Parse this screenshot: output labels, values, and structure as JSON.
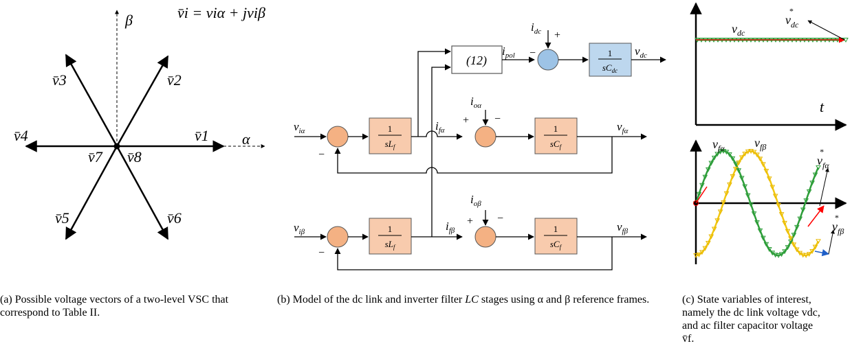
{
  "panel_a": {
    "axis_alpha": "α",
    "axis_beta": "β",
    "equation": "v̄i = viα + jviβ",
    "vectors": [
      "v̄1",
      "v̄2",
      "v̄3",
      "v̄4",
      "v̄5",
      "v̄6",
      "v̄7",
      "v̄8"
    ],
    "caption": "(a) Possible voltage vectors of a two-level VSC that correspond to Table II."
  },
  "panel_b": {
    "block_12": "(12)",
    "tf_inductor": "1 / sLf",
    "tf_capacitor": "1 / sCf",
    "tf_dc": "1 / sCdc",
    "signals": {
      "i_dc": "idc",
      "i_pol": "ipol",
      "v_dc": "vdc",
      "v_ialpha": "viα",
      "i_oalpha": "ioα",
      "i_falpha": "ifα",
      "v_falpha": "vfα",
      "v_ibeta": "viβ",
      "i_obeta": "ioβ",
      "i_fbeta": "ifβ",
      "v_fbeta": "vfβ"
    },
    "signs": {
      "plus": "+",
      "minus": "−"
    },
    "caption_part1": "(b) Model of the dc link and inverter filter ",
    "caption_LC": "LC",
    "caption_part2": " stages using α and β reference frames."
  },
  "panel_c": {
    "top": {
      "axis_t": "t",
      "label_vdc": "vdc",
      "label_vdc_ref": "v*dc"
    },
    "bottom": {
      "label_vfa": "vfα",
      "label_vfb": "vfβ",
      "label_vfa_ref": "v*fα",
      "label_vfb_ref": "v*fβ"
    },
    "caption_line1": "(c) State variables of interest,",
    "caption_line2": "namely the dc link voltage vdc,",
    "caption_line3": "and ac filter capacitor voltage",
    "caption_line4": "v̄f."
  },
  "colors": {
    "block_orange": "#F8CBAD",
    "block_blue": "#BDD7EE",
    "circle_orange": "#F4B183",
    "circle_blue": "#9DC3E6",
    "trace_green": "#2E9E3A",
    "trace_yellow": "#F2C811",
    "ref_red": "#FF0000",
    "ref_blue": "#1F5FC8"
  }
}
